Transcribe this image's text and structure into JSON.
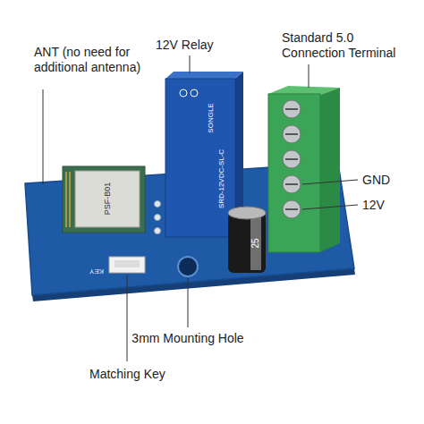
{
  "diagram": {
    "labels": [
      "ANT (no need for additional antenna)",
      "12V Relay",
      "Standard 5.0 Connection Terminal",
      "GND",
      "12V",
      "3mm Mounting Hole",
      "Matching Key",
      "SONGLE",
      "SRD-12VDC-SL-C",
      "PSF-B01",
      "25",
      "KEY"
    ]
  }
}
